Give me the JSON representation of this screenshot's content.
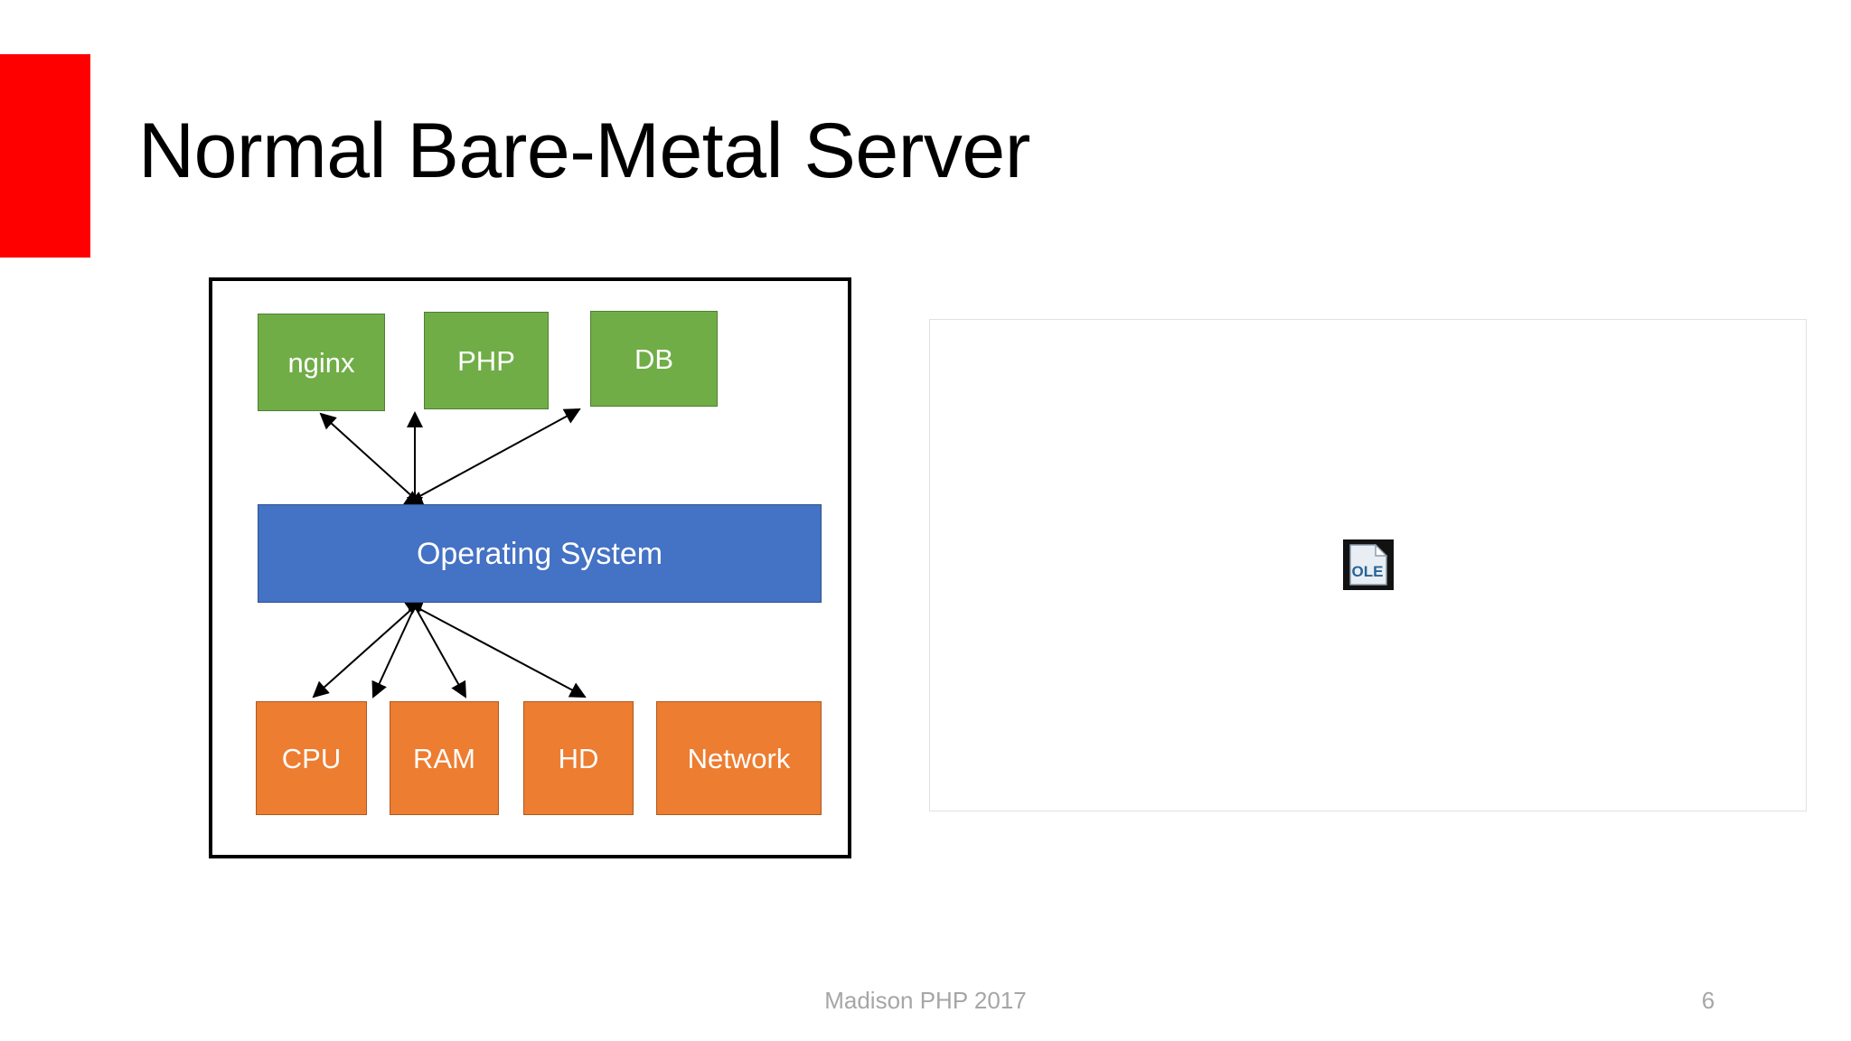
{
  "slide": {
    "title": "Normal Bare-Metal Server",
    "accent_color": "#ff0000",
    "background_color": "#ffffff",
    "page_number": "6",
    "footer": "Madison PHP 2017"
  },
  "diagram": {
    "name": "bare-metal-server-stack",
    "frame_border_color": "#000000",
    "layers": [
      {
        "layer": "services",
        "color": "#70ad47",
        "nodes": [
          {
            "id": "nginx",
            "label": "nginx"
          },
          {
            "id": "php",
            "label": "PHP"
          },
          {
            "id": "db",
            "label": "DB"
          }
        ]
      },
      {
        "layer": "operating-system",
        "color": "#4472c4",
        "nodes": [
          {
            "id": "os",
            "label": "Operating System"
          }
        ]
      },
      {
        "layer": "hardware",
        "color": "#ed7d31",
        "nodes": [
          {
            "id": "cpu",
            "label": "CPU"
          },
          {
            "id": "ram",
            "label": "RAM"
          },
          {
            "id": "hd",
            "label": "HD"
          },
          {
            "id": "network",
            "label": "Network"
          }
        ]
      }
    ],
    "connectors": [
      {
        "from": "os",
        "to": "nginx",
        "style": "double-arrow"
      },
      {
        "from": "os",
        "to": "php",
        "style": "double-arrow"
      },
      {
        "from": "os",
        "to": "db",
        "style": "double-arrow"
      },
      {
        "from": "os",
        "to": "cpu",
        "style": "double-arrow"
      },
      {
        "from": "os",
        "to": "ram",
        "style": "double-arrow"
      },
      {
        "from": "os",
        "to": "hd",
        "style": "double-arrow"
      },
      {
        "from": "os",
        "to": "network",
        "style": "double-arrow"
      }
    ]
  },
  "embedded_object": {
    "placeholder_label": "",
    "icon_label": "OLE",
    "icon_name": "ole-document-icon",
    "border_color": "#e2e0e4"
  }
}
